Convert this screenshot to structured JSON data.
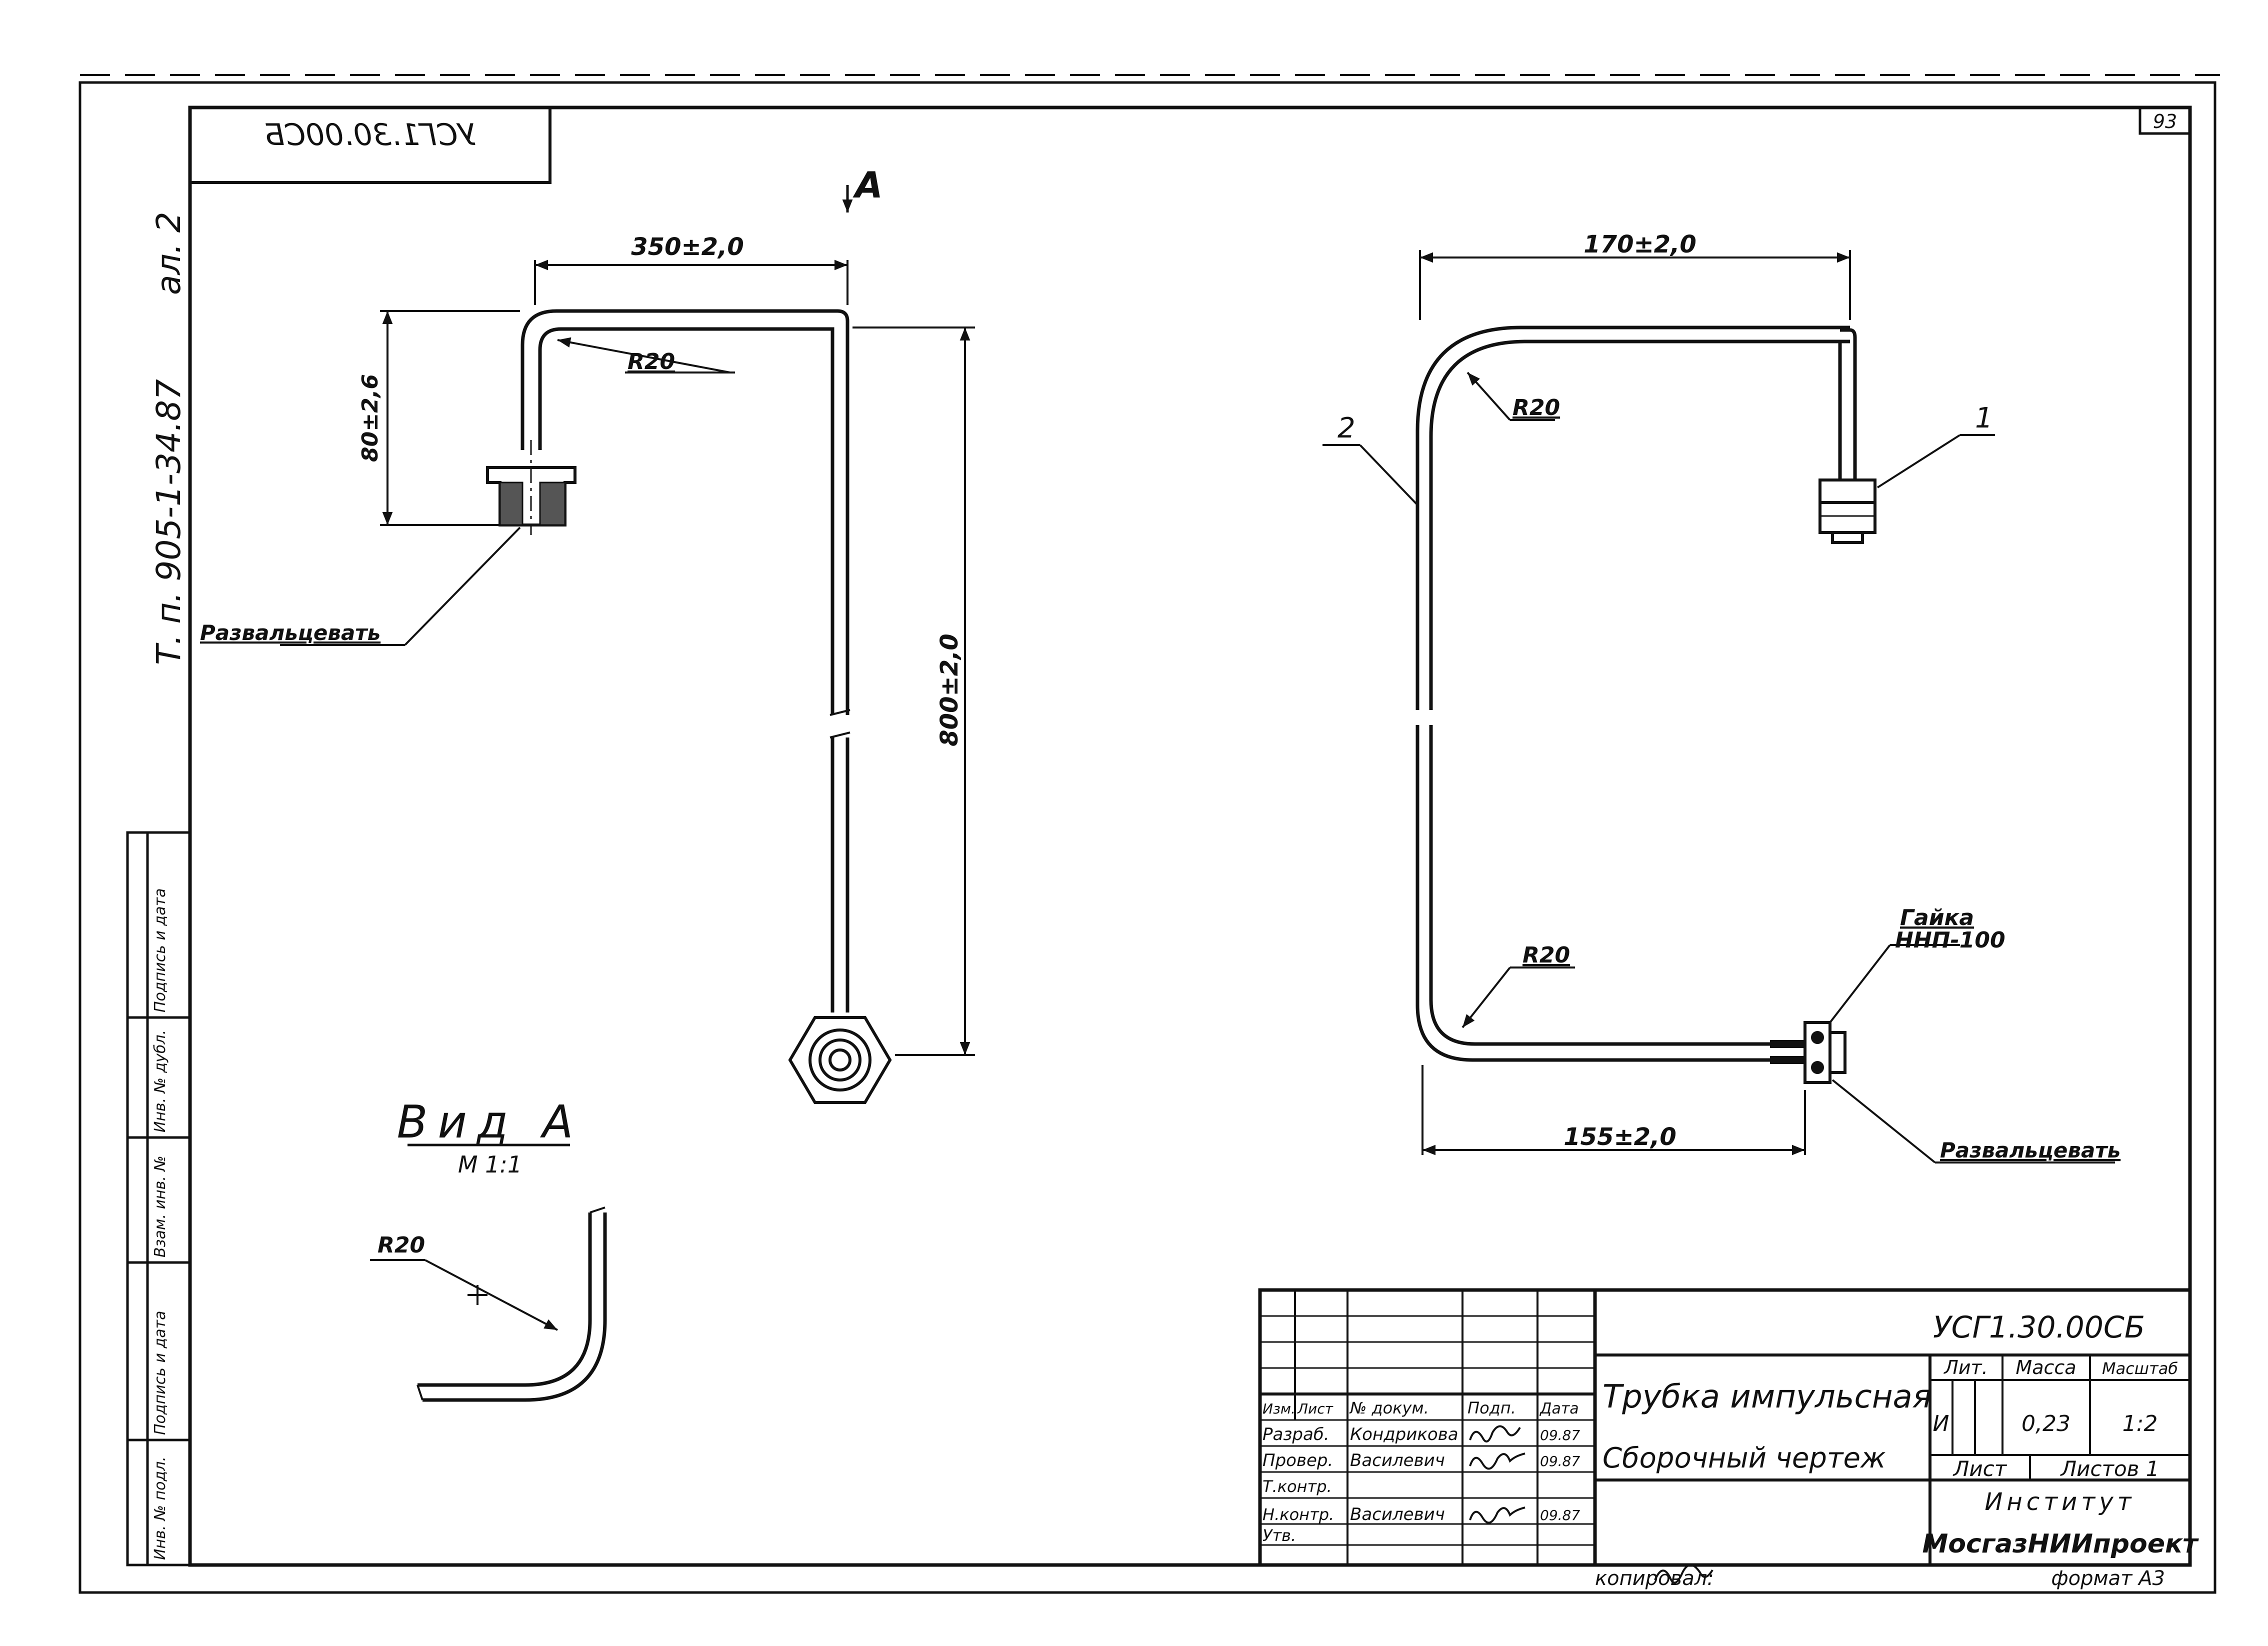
{
  "sheet": {
    "page_number": "93",
    "stamp_code_mirrored": "УСГ1.30.00СБ",
    "series": "Т. п. 905-1-34.87",
    "album": "ал. 2"
  },
  "left_view": {
    "view_marker": "А",
    "dim_top": "350±2,0",
    "dim_left": "80±2,6",
    "dim_right": "800±2,0",
    "radius": "R20",
    "flare_label": "Развальцевать"
  },
  "view_a": {
    "title": "Вид А",
    "scale": "М 1:1",
    "radius": "R20"
  },
  "right_view": {
    "dim_top": "170±2,0",
    "dim_bottom": "155±2,0",
    "radius_top": "R20",
    "radius_bottom": "R20",
    "pos1": "1",
    "pos2": "2",
    "nut_label_1": "Гайка",
    "nut_label_2": "ННП-100",
    "flare_label": "Развальцевать"
  },
  "side_strip": {
    "cells": [
      "Инв. № подл.",
      "Подпись и дата",
      "Взам. инв. №",
      "Инв. № дубл.",
      "Подпись и дата"
    ]
  },
  "title_block": {
    "designation": "УСГ1.30.00СБ",
    "title": "Трубка импульсная",
    "subtitle": "Сборочный чертеж",
    "headers": [
      "Изм.",
      "Лист",
      "№ докум.",
      "Подп.",
      "Дата"
    ],
    "rows": [
      {
        "role": "Разраб.",
        "name": "Кондрикова",
        "date": "09.87"
      },
      {
        "role": "Провер.",
        "name": "Василевич",
        "date": "09.87"
      },
      {
        "role": "Т.контр.",
        "name": "",
        "date": ""
      },
      {
        "role": "Н.контр.",
        "name": "Василевич",
        "date": "09.87"
      },
      {
        "role": "Утв.",
        "name": "",
        "date": ""
      }
    ],
    "lit_label": "Лит.",
    "mass_label": "Масса",
    "scale_label": "Масштаб",
    "lit_value": "И",
    "mass_value": "0,23",
    "scale_value": "1:2",
    "sheet_label": "Лист",
    "sheets_label": "Листов 1",
    "institute_1": "Институт",
    "institute_2": "МосгазНИИпроект",
    "copied_label": "копировал:",
    "format_label": "формат А3"
  }
}
